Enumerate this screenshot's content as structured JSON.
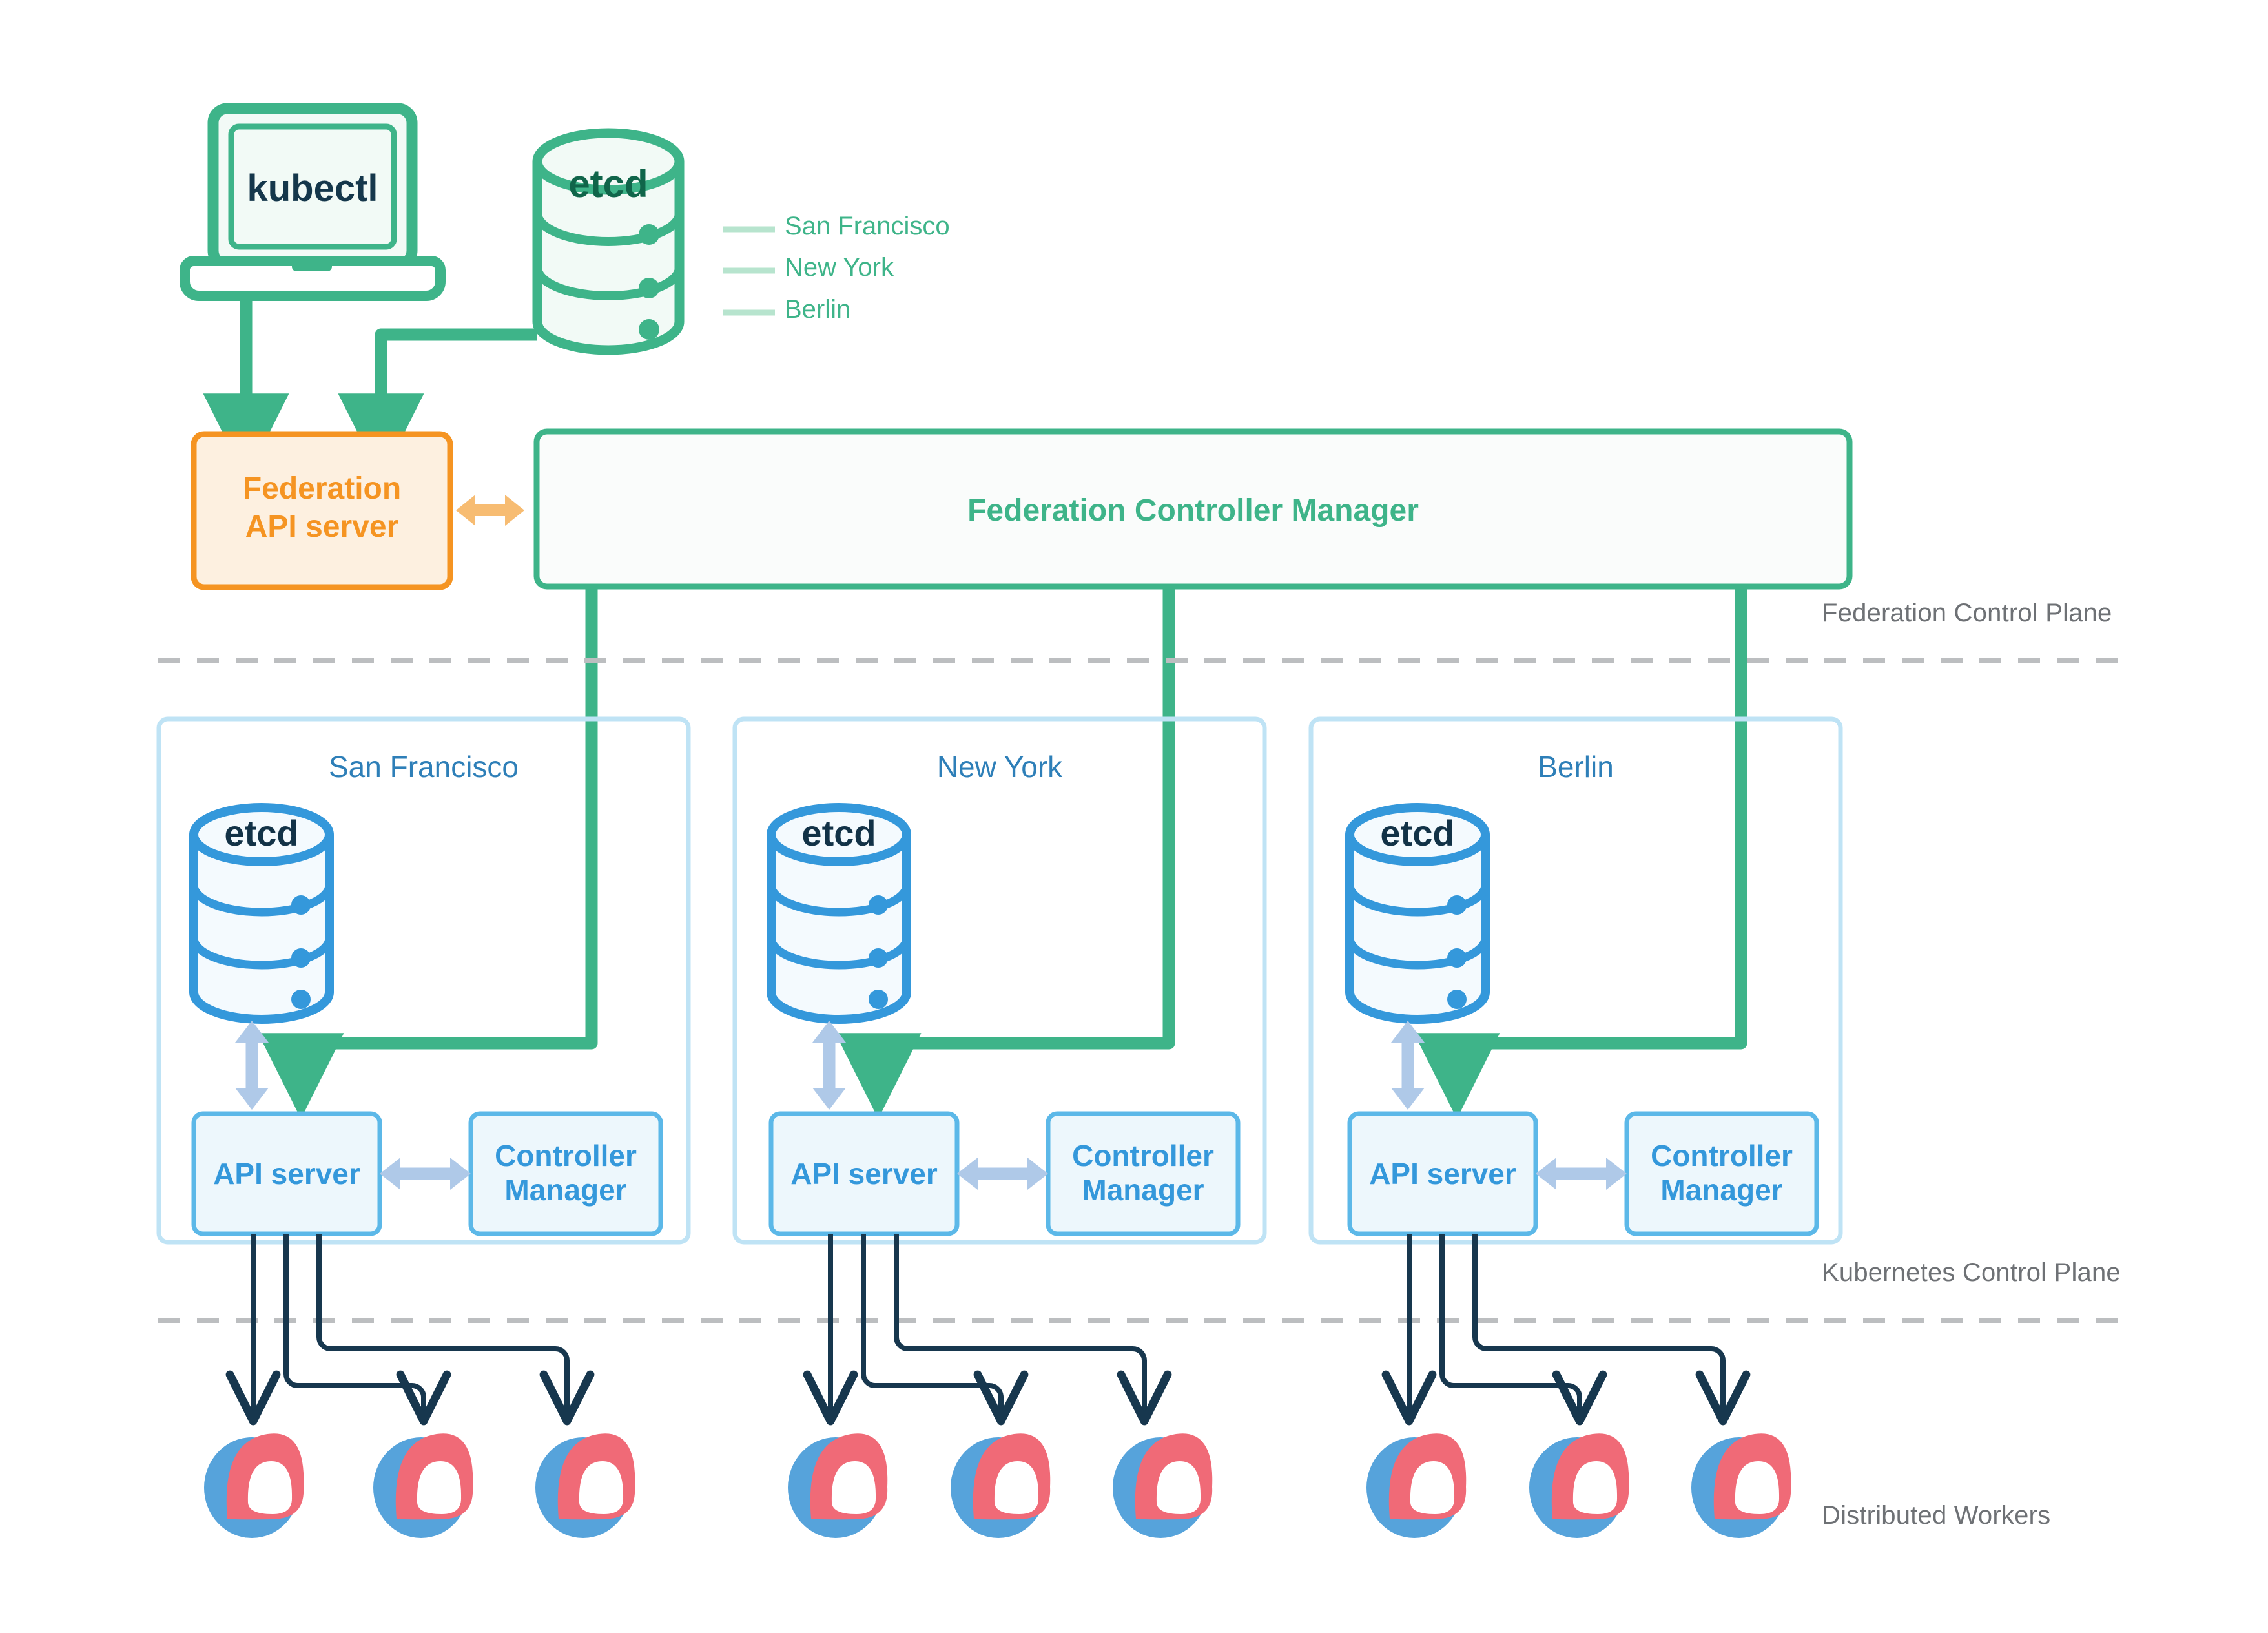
{
  "diagram": {
    "title_nodes": {
      "kubectl": "kubectl",
      "etcd_federation": "etcd",
      "federation_api_server": "Federation\nAPI server",
      "federation_api_server_line1": "Federation",
      "federation_api_server_line2": "API server",
      "federation_controller_manager": "Federation Controller Manager"
    },
    "legend": {
      "items": [
        {
          "label": "San Francisco"
        },
        {
          "label": "New York"
        },
        {
          "label": "Berlin"
        }
      ]
    },
    "plane_labels": [
      {
        "id": "federation-control-plane",
        "label": "Federation Control Plane"
      },
      {
        "id": "kubernetes-control-plane",
        "label": "Kubernetes Control Plane"
      },
      {
        "id": "distributed-workers",
        "label": "Distributed Workers"
      }
    ],
    "clusters": [
      {
        "id": "san-francisco",
        "title": "San Francisco",
        "etcd_label": "etcd",
        "api_server_label": "API server",
        "controller_manager_label_line1": "Controller",
        "controller_manager_label_line2": "Manager",
        "worker_count": 3
      },
      {
        "id": "new-york",
        "title": "New York",
        "etcd_label": "etcd",
        "api_server_label": "API server",
        "controller_manager_label_line1": "Controller",
        "controller_manager_label_line2": "Manager",
        "worker_count": 3
      },
      {
        "id": "berlin",
        "title": "Berlin",
        "etcd_label": "etcd",
        "api_server_label": "API server",
        "controller_manager_label_line1": "Controller",
        "controller_manager_label_line2": "Manager",
        "worker_count": 3
      }
    ],
    "colors": {
      "green": "#3EB489",
      "green_fill": "#F2FAF6",
      "green_dark_text": "#10654A",
      "green_legend_line": "#B7E4CE",
      "orange": "#F59422",
      "orange_fill": "#FDF0E0",
      "orange_arrow": "#F7BC72",
      "blue": "#3498DB",
      "blue_light": "#A8D4F0",
      "blue_box_fill": "#EDF7FC",
      "blue_title_text": "#2E7FB8",
      "blue_arrow": "#AFC9E8",
      "navy": "#17374E",
      "worker_blue": "#56A3DB",
      "worker_red": "#F06A77",
      "gray_dash": "#BCBEC0",
      "gray_text": "#6E7175",
      "background": "#FFFFFF"
    }
  }
}
